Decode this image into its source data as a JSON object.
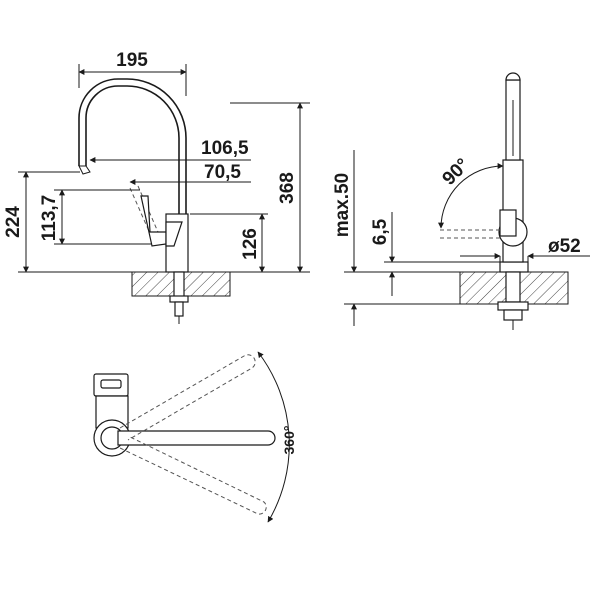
{
  "front_view": {
    "width_label": "195",
    "spout_reach_label": "106,5",
    "body_offset_label": "70,5",
    "total_height_label": "368",
    "outlet_height_label": "224",
    "lever_height_label": "113,7",
    "body_height_label": "126"
  },
  "side_view": {
    "lever_angle_label": "90°",
    "counter_thickness_label": "max.50",
    "base_height_label": "6,5",
    "base_diameter_label": "ø52"
  },
  "top_view": {
    "rotation_label": "360°"
  }
}
